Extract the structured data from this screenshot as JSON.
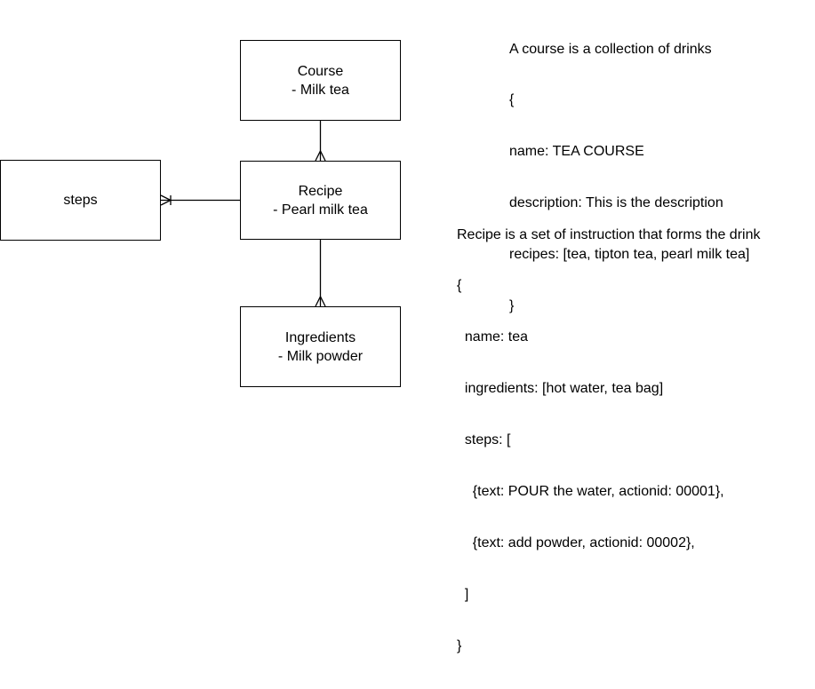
{
  "entities": {
    "course": {
      "title": "Course",
      "subtitle": "- Milk tea"
    },
    "recipe": {
      "title": "Recipe",
      "subtitle": "- Pearl milk tea"
    },
    "ingredients": {
      "title": "Ingredients",
      "subtitle": "- Milk powder"
    },
    "steps": {
      "title": "steps"
    }
  },
  "relationships": [
    {
      "from": "course",
      "to": "recipe",
      "end_marker": "crow-foot-many"
    },
    {
      "from": "recipe",
      "to": "ingredients",
      "end_marker": "crow-foot-many"
    },
    {
      "from": "recipe",
      "to": "steps",
      "end_marker": "crow-foot-one-or-many"
    }
  ],
  "notes": {
    "course": {
      "lines": [
        "A course is a collection of drinks",
        "{",
        "name: TEA COURSE",
        "description: This is the description",
        "recipes: [tea, tipton tea, pearl milk tea]",
        "}"
      ]
    },
    "recipe": {
      "lines": [
        "Recipe is a set of instruction that forms the drink",
        "{",
        "  name: tea",
        "  ingredients: [hot water, tea bag]",
        "  steps: [",
        "    {text: POUR the water, actionid: 00001},",
        "    {text: add powder, actionid: 00002},",
        "  ]",
        "}"
      ]
    }
  },
  "colors": {
    "stroke": "#000000",
    "background": "#ffffff",
    "text": "#000000"
  }
}
